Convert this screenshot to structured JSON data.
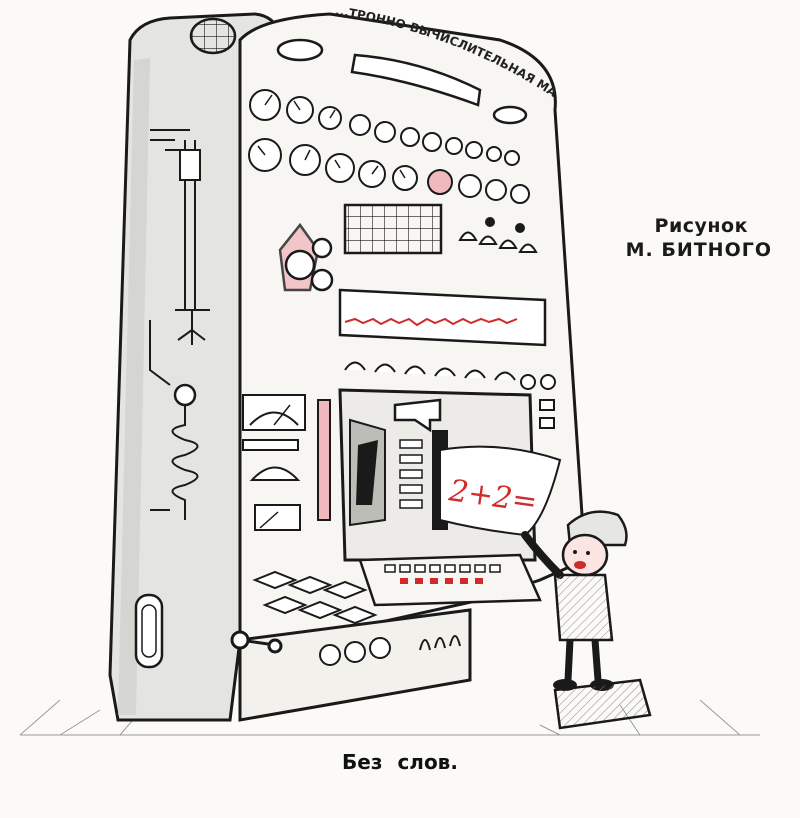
{
  "machine": {
    "title_plate": "...ТРОННО-ВЫЧИСЛИТЕЛЬНАЯ МАШИНА"
  },
  "paper": {
    "equation": "2+2="
  },
  "credit": {
    "line1": "Рисунок",
    "line2": "М. БИТНОГО"
  },
  "caption": "Без слов.",
  "colors": {
    "ink": "#1a1a1a",
    "paper": "#fbfaf6",
    "accent_red": "#d02a2a",
    "shade": "#d9d9d6",
    "pink": "#f1b9be"
  }
}
